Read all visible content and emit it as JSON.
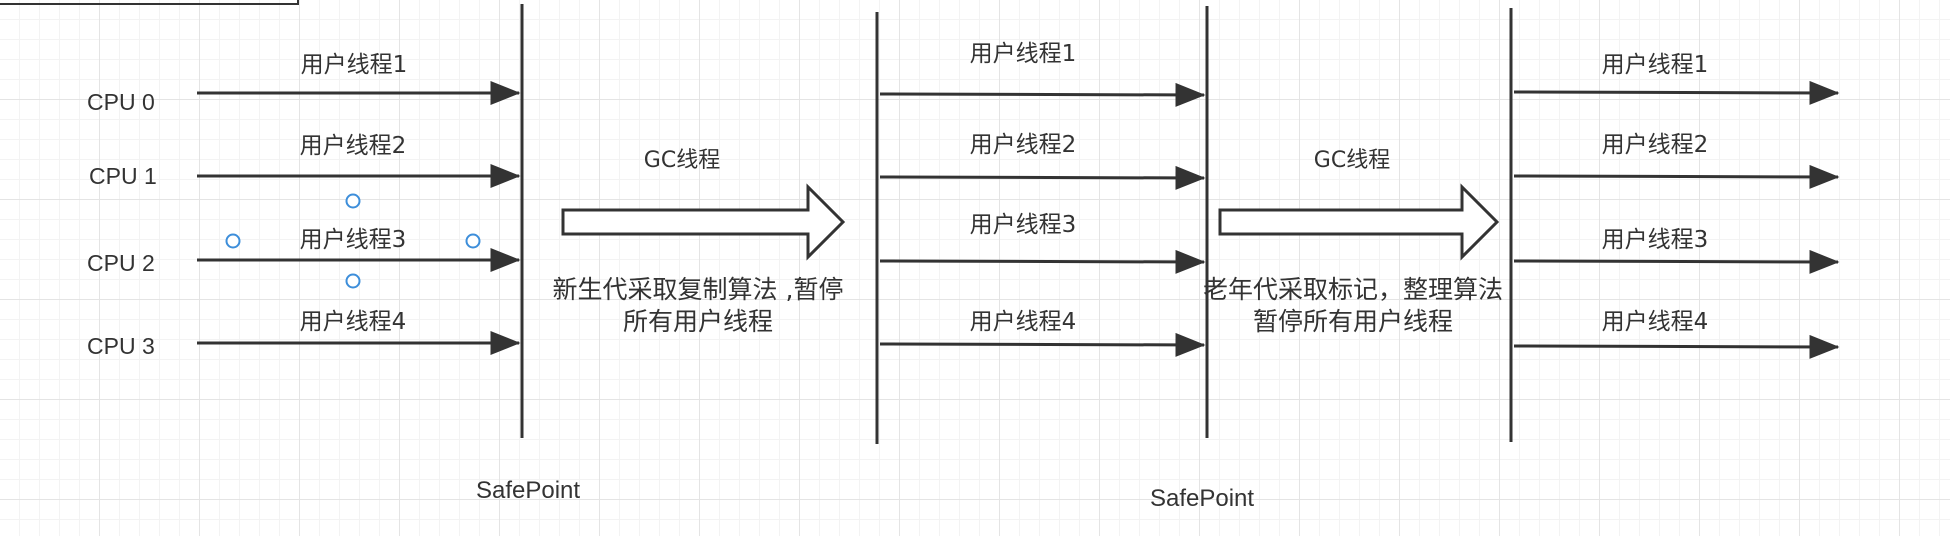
{
  "cpus": [
    "CPU   0",
    "CPU   1",
    "CPU   2",
    "CPU   3"
  ],
  "phases": [
    {
      "threads": [
        "用户线程1",
        "用户线程2",
        "用户线程3",
        "用户线程4"
      ]
    },
    {
      "threads": [
        "用户线程1",
        "用户线程2",
        "用户线程3",
        "用户线程4"
      ]
    },
    {
      "threads": [
        "用户线程1",
        "用户线程2",
        "用户线程3",
        "用户线程4"
      ]
    }
  ],
  "gc_steps": [
    {
      "label": "GC线程",
      "description": "新生代采取复制算法 ,暂停所有用户线程"
    },
    {
      "label": "GC线程",
      "description": "老年代采取标记，整理算法暂停所有用户线程"
    }
  ],
  "safepoints": [
    "SafePoint",
    "SafePoint"
  ],
  "colors": {
    "line": "#333333",
    "text": "#333333",
    "selection_handle": "#3d8eda",
    "grid_major": "#e4e4e4",
    "grid_minor": "#f3f3f3"
  }
}
